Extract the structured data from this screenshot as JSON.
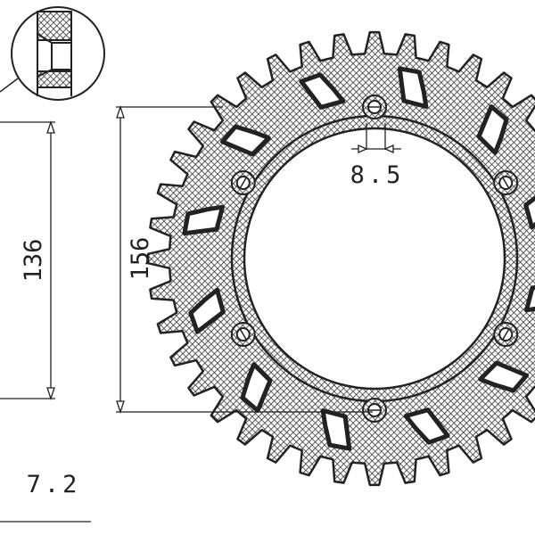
{
  "drawing": {
    "dimensions": {
      "bolt_circle_diameter": "136",
      "center_bore_diameter": "156",
      "bolt_hole_diameter": "8.5",
      "thickness": "7.2"
    },
    "tooth_count_visible": 40,
    "bolt_holes": 6,
    "colors": {
      "line": "#222222",
      "background": "#ffffff"
    }
  }
}
